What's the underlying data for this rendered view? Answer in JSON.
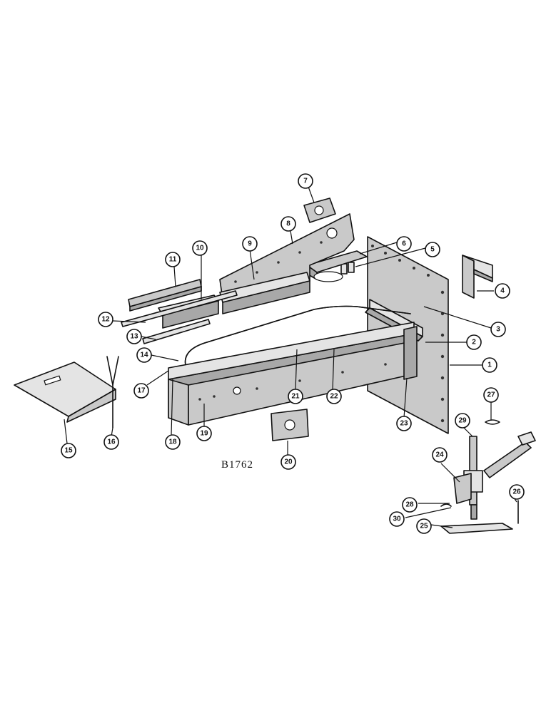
{
  "figure_id": "B1762",
  "callouts": [
    {
      "number": "1"
    },
    {
      "number": "2"
    },
    {
      "number": "3"
    },
    {
      "number": "4"
    },
    {
      "number": "5"
    },
    {
      "number": "6"
    },
    {
      "number": "7"
    },
    {
      "number": "8"
    },
    {
      "number": "9"
    },
    {
      "number": "10"
    },
    {
      "number": "11"
    },
    {
      "number": "12"
    },
    {
      "number": "13"
    },
    {
      "number": "14"
    },
    {
      "number": "15"
    },
    {
      "number": "16"
    },
    {
      "number": "17"
    },
    {
      "number": "18"
    },
    {
      "number": "19"
    },
    {
      "number": "20"
    },
    {
      "number": "21"
    },
    {
      "number": "22"
    },
    {
      "number": "23"
    },
    {
      "number": "24"
    },
    {
      "number": "25"
    },
    {
      "number": "26"
    },
    {
      "number": "27"
    },
    {
      "number": "28"
    },
    {
      "number": "29"
    },
    {
      "number": "30"
    }
  ]
}
